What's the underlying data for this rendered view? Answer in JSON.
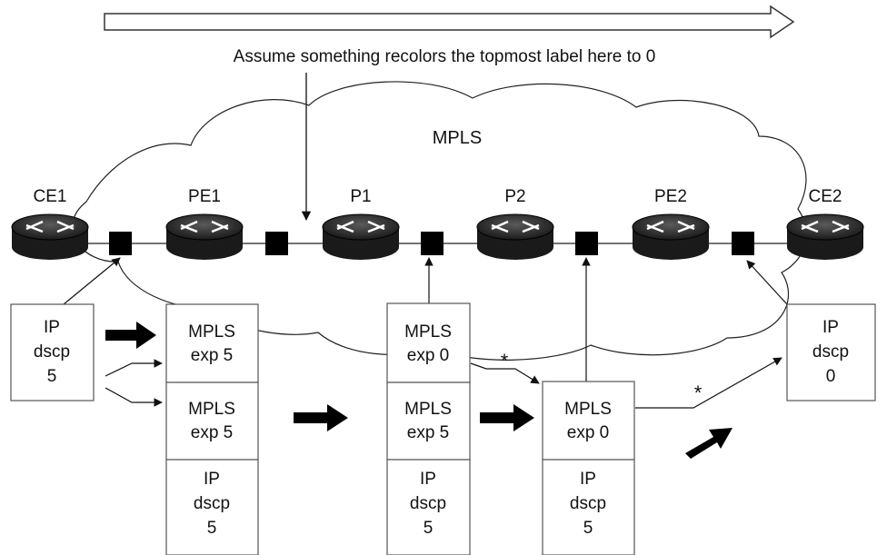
{
  "annotation": "Assume something recolors the topmost label here to 0",
  "cloud_label": "MPLS",
  "routers": [
    {
      "id": "ce1",
      "label": "CE1"
    },
    {
      "id": "pe1",
      "label": "PE1"
    },
    {
      "id": "p1",
      "label": "P1"
    },
    {
      "id": "p2",
      "label": "P2"
    },
    {
      "id": "pe2",
      "label": "PE2"
    },
    {
      "id": "ce2",
      "label": "CE2"
    }
  ],
  "packets": {
    "ingress_ip": {
      "l1": "IP",
      "l2": "dscp",
      "l3": "5"
    },
    "pe1_top": {
      "l1": "MPLS",
      "l2": "exp 5"
    },
    "pe1_mid": {
      "l1": "MPLS",
      "l2": "exp 5"
    },
    "pe1_ip": {
      "l1": "IP",
      "l2": "dscp",
      "l3": "5"
    },
    "p1_top": {
      "l1": "MPLS",
      "l2": "exp 0"
    },
    "p1_mid": {
      "l1": "MPLS",
      "l2": "exp 5"
    },
    "p1_ip": {
      "l1": "IP",
      "l2": "dscp",
      "l3": "5"
    },
    "p2_top": {
      "l1": "MPLS",
      "l2": "exp 0"
    },
    "p2_ip": {
      "l1": "IP",
      "l2": "dscp",
      "l3": "5"
    },
    "egress_ip": {
      "l1": "IP",
      "l2": "dscp",
      "l3": "0"
    }
  },
  "asterisk": "*",
  "colors": {
    "router_dark": "#1a1a1a",
    "router_mid": "#3a3a3a",
    "queue": "#000000",
    "box_border": "#555555"
  }
}
